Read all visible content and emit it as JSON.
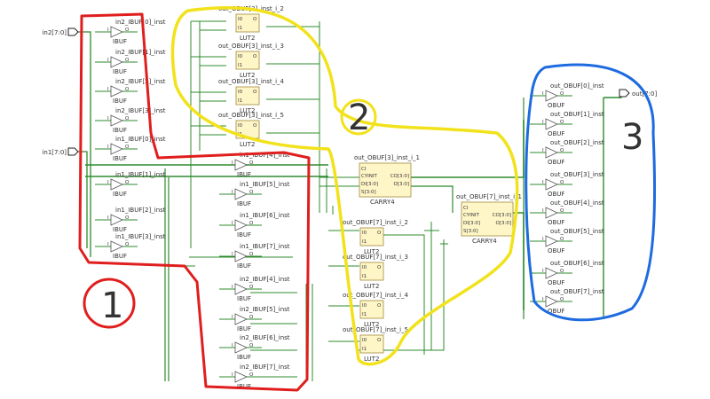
{
  "colors": {
    "wire": "#2e8b2e",
    "wire_dark": "#1d5e1d",
    "cell_fill": "#fff6c8",
    "cell_stroke": "#a08a3a",
    "annotation_red": "#e01e1e",
    "annotation_yellow": "#f2e21c",
    "annotation_blue": "#1e6be0"
  },
  "ports": {
    "in2": "in2[7:0]",
    "in1": "in1[7:0]",
    "out": "out[7:0]"
  },
  "ibufs_left": [
    {
      "name": "in2_IBUF[0]_inst",
      "type": "IBUF"
    },
    {
      "name": "in2_IBUF[1]_inst",
      "type": "IBUF"
    },
    {
      "name": "in2_IBUF[2]_inst",
      "type": "IBUF"
    },
    {
      "name": "in2_IBUF[3]_inst",
      "type": "IBUF"
    },
    {
      "name": "in1_IBUF[0]_inst",
      "type": "IBUF"
    },
    {
      "name": "in1_IBUF[1]_inst",
      "type": "IBUF"
    },
    {
      "name": "in1_IBUF[2]_inst",
      "type": "IBUF"
    },
    {
      "name": "in1_IBUF[3]_inst",
      "type": "IBUF"
    }
  ],
  "ibufs_mid": [
    {
      "name": "in1_IBUF[4]_inst",
      "type": "IBUF"
    },
    {
      "name": "in1_IBUF[5]_inst",
      "type": "IBUF"
    },
    {
      "name": "in1_IBUF[6]_inst",
      "type": "IBUF"
    },
    {
      "name": "in1_IBUF[7]_inst",
      "type": "IBUF"
    },
    {
      "name": "in2_IBUF[4]_inst",
      "type": "IBUF"
    },
    {
      "name": "in2_IBUF[5]_inst",
      "type": "IBUF"
    },
    {
      "name": "in2_IBUF[6]_inst",
      "type": "IBUF"
    },
    {
      "name": "in2_IBUF[7]_inst",
      "type": "IBUF"
    }
  ],
  "luts_top": [
    {
      "name": "out_OBUF[3]_inst_i_2",
      "type": "LUT2"
    },
    {
      "name": "out_OBUF[3]_inst_i_3",
      "type": "LUT2"
    },
    {
      "name": "out_OBUF[3]_inst_i_4",
      "type": "LUT2"
    },
    {
      "name": "out_OBUF[3]_inst_i_5",
      "type": "LUT2"
    }
  ],
  "luts_bottom": [
    {
      "name": "out_OBUF[7]_inst_i_2",
      "type": "LUT2"
    },
    {
      "name": "out_OBUF[7]_inst_i_3",
      "type": "LUT2"
    },
    {
      "name": "out_OBUF[7]_inst_i_4",
      "type": "LUT2"
    },
    {
      "name": "out_OBUF[7]_inst_i_5",
      "type": "LUT2"
    }
  ],
  "carry_cells": [
    {
      "name": "out_OBUF[3]_inst_i_1",
      "type": "CARRY4"
    },
    {
      "name": "out_OBUF[7]_inst_i_1",
      "type": "CARRY4"
    }
  ],
  "carry_pins": {
    "ci": "CI",
    "cyinit": "CYINIT",
    "di": "DI[3:0]",
    "s": "S[3:0]",
    "co": "CO[3:0]",
    "o": "O[3:0]"
  },
  "lut_pins": {
    "i0": "I0",
    "i1": "I1",
    "o": "O"
  },
  "buf_pins": {
    "i": "I",
    "o": "O"
  },
  "obufs": [
    {
      "name": "out_OBUF[0]_inst",
      "type": "OBUF"
    },
    {
      "name": "out_OBUF[1]_inst",
      "type": "OBUF"
    },
    {
      "name": "out_OBUF[2]_inst",
      "type": "OBUF"
    },
    {
      "name": "out_OBUF[3]_inst",
      "type": "OBUF"
    },
    {
      "name": "out_OBUF[4]_inst",
      "type": "OBUF"
    },
    {
      "name": "out_OBUF[5]_inst",
      "type": "OBUF"
    },
    {
      "name": "out_OBUF[6]_inst",
      "type": "OBUF"
    },
    {
      "name": "out_OBUF[7]_inst",
      "type": "OBUF"
    }
  ],
  "annotations": [
    {
      "label": "1",
      "color": "red"
    },
    {
      "label": "2",
      "color": "yellow"
    },
    {
      "label": "3",
      "color": "blue"
    }
  ]
}
